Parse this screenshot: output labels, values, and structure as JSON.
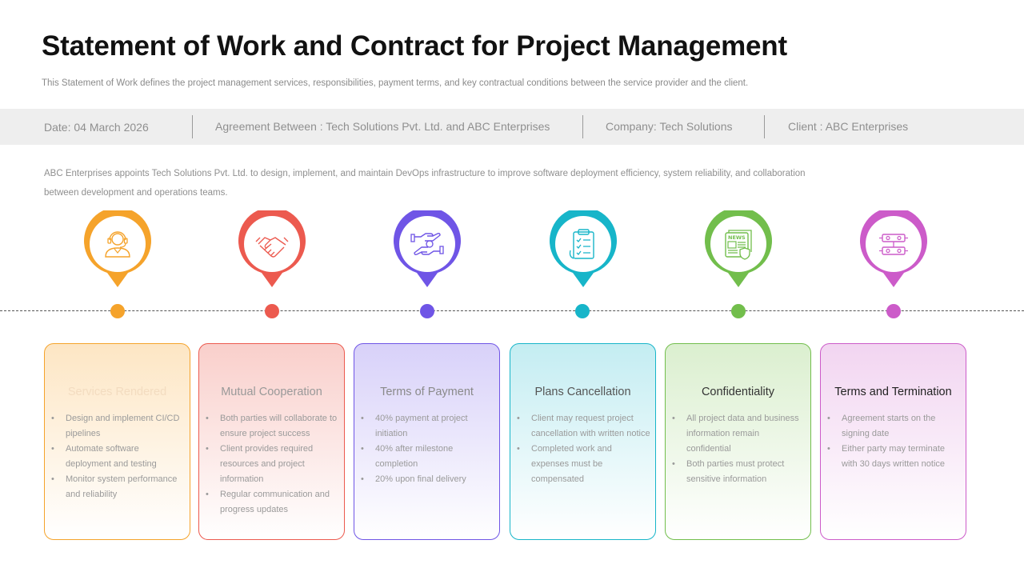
{
  "header": {
    "title": "Statement of Work and Contract for Project Management",
    "subtitle": "This Statement of Work defines the project management services, responsibilities, payment terms, and key contractual conditions between the service provider and the client."
  },
  "info_bar": {
    "date": "Date: 04 March 2026",
    "agreement": "Agreement Between : Tech Solutions Pvt. Ltd. and ABC Enterprises",
    "company": "Company: Tech Solutions",
    "client": "Client : ABC Enterprises"
  },
  "description": "ABC Enterprises appoints Tech Solutions Pvt. Ltd. to design, implement, and maintain DevOps infrastructure to improve software deployment efficiency, system reliability, and collaboration between development and operations teams.",
  "steps": [
    {
      "icon": "support-agent-icon",
      "color": "#F5A32B",
      "tint": "#FDE6C4",
      "title_color": "#F3DCC0",
      "title": "Services Rendered",
      "points": [
        "Design and implement CI/CD pipelines",
        "Automate software deployment and testing",
        "Monitor system performance and reliability"
      ]
    },
    {
      "icon": "handshake-icon",
      "color": "#EC5A4F",
      "tint": "#F9CFCB",
      "title_color": "#999999",
      "title": "Mutual Cooperation",
      "points": [
        "Both parties will collaborate to ensure project success",
        "Client provides required resources and project information",
        "Regular communication and progress updates"
      ]
    },
    {
      "icon": "payment-hands-icon",
      "color": "#6F55E6",
      "tint": "#D8D1F9",
      "title_color": "#8a8a8a",
      "title": "Terms of Payment",
      "points": [
        "40% payment at project initiation",
        "40% after milestone completion",
        "20% upon final delivery"
      ]
    },
    {
      "icon": "clipboard-checklist-icon",
      "color": "#17B5C9",
      "tint": "#C4EDF2",
      "title_color": "#555555",
      "title": "Plans Cancellation",
      "points": [
        "Client may request project cancellation with written notice",
        "Completed work and expenses must be compensated"
      ]
    },
    {
      "icon": "news-shield-icon",
      "color": "#72BE4C",
      "tint": "#DBEFCF",
      "title_color": "#333333",
      "title": "Confidentiality",
      "points": [
        "All project data and business information remain confidential",
        "Both parties must protect sensitive information"
      ]
    },
    {
      "icon": "contract-flow-icon",
      "color": "#CC5BC9",
      "tint": "#F2D5F1",
      "title_color": "#222222",
      "title": "Terms and Termination",
      "points": [
        "Agreement starts on the signing date",
        "Either party may terminate with 30 days written notice"
      ]
    }
  ]
}
